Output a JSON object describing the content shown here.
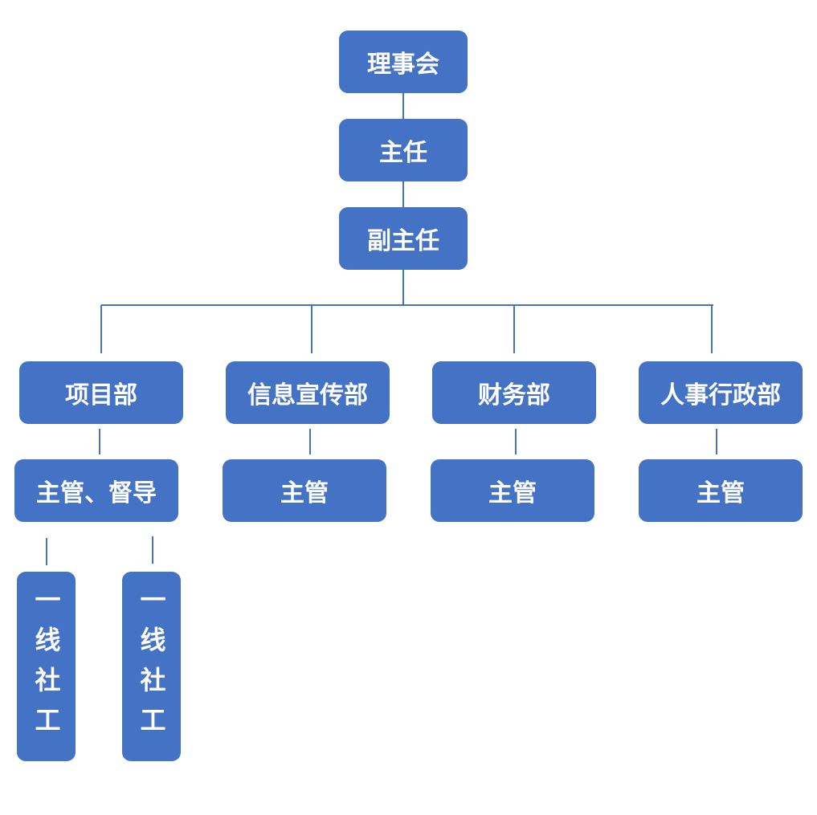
{
  "diagram": {
    "accent_color": "#4472c4",
    "line_color": "#4472c4",
    "nodes": {
      "board": "理事会",
      "director": "主任",
      "deputy_director": "副主任",
      "dept_project": "项目部",
      "dept_info": "信息宣传部",
      "dept_finance": "财务部",
      "dept_hr": "人事行政部",
      "project_supervisor": "主管、督导",
      "info_supervisor": "主管",
      "finance_supervisor": "主管",
      "hr_supervisor": "主管",
      "frontline_worker_1": "一线社工",
      "frontline_worker_2": "一线社工"
    }
  }
}
